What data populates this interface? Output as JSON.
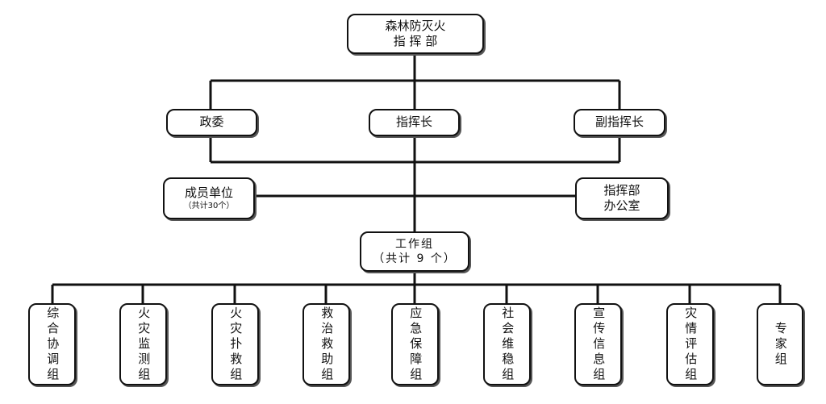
{
  "hq": {
    "line1": "森林防灭火",
    "line2": "指 挥 部"
  },
  "leaders": {
    "political": "政委",
    "commander": "指挥长",
    "deputy": "副指挥长"
  },
  "members": {
    "line1": "成员单位",
    "line2": "（共计30个）"
  },
  "office": {
    "line1": "指挥部",
    "line2": "办公室"
  },
  "working_groups": {
    "line1": "工作组",
    "line2": "（共计 9 个）"
  },
  "groups": [
    "综合协调组",
    "火灾监测组",
    "火灾扑救组",
    "救治救助组",
    "应急保障组",
    "社会维稳组",
    "宣传信息组",
    "灾情评估组",
    "专家组"
  ]
}
